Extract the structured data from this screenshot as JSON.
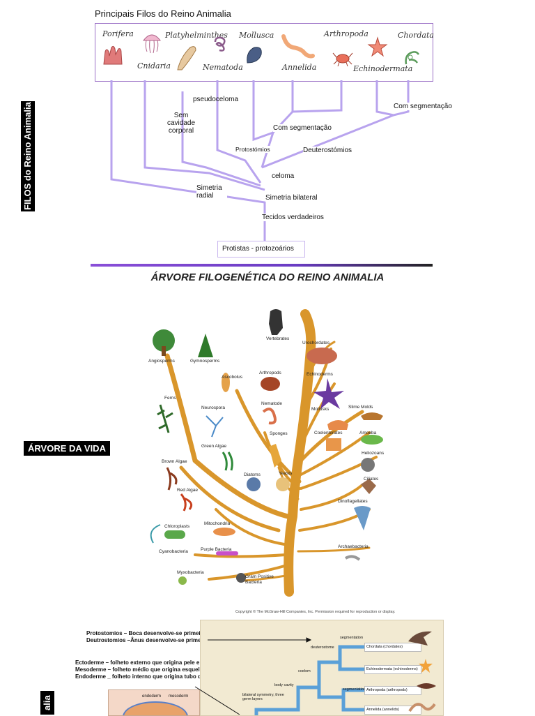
{
  "section1": {
    "title": "Principais Filos do Reino Animalia",
    "side_label": "FILOS do Reino Animalia",
    "phyla": [
      "Porifera",
      "Cnidaria",
      "Platyhelminthes",
      "Nematoda",
      "Mollusca",
      "Annelida",
      "Arthropoda",
      "Echinodermata",
      "Chordata"
    ],
    "nodes": {
      "pseudoceloma": "pseudoceloma",
      "sem_cavidade": "Sem cavidade corporal",
      "com_segmentacao_1": "Com segmentação",
      "com_segmentacao_2": "Com segmentação",
      "protostomios": "Protostómios",
      "deuterostomios": "Deuterostómios",
      "celoma": "celoma",
      "simetria_radial": "Simetria radial",
      "simetria_bilateral": "Simetria bilateral",
      "tecidos": "Tecidos verdadeiros",
      "protistas": "Protistas - protozoários"
    },
    "colors": {
      "branch": "#b8a3ee",
      "border": "#9a6fc6"
    }
  },
  "heading": "ÁRVORE FILOGENÉTICA DO REINO ANIMALIA",
  "section2": {
    "side_label": "ÁRVORE DA VIDA",
    "labels": [
      "Vertebrates",
      "Urochordates",
      "Angiosperms",
      "Gymnosperms",
      "Ascobolus",
      "Arthropods",
      "Echinoderms",
      "Ferns",
      "Neurospora",
      "Nematode",
      "Mollusks",
      "Slime Molds",
      "Sponges",
      "Coelenterates",
      "Amoeba",
      "Green Algae",
      "Heliozoans",
      "Brown Algae",
      "Diatoms",
      "Yeasts",
      "Ciliates",
      "Red Algae",
      "Dinoflagellates",
      "Chloroplasts",
      "Mitochondria",
      "Cyanobacteria",
      "Purple Bacteria",
      "Archaebacteria",
      "Myxobacteria",
      "Gram Positive Bacteria"
    ],
    "colors": {
      "trunk": "#d9962b"
    }
  },
  "section3": {
    "copyright": "Copyright © The McGraw-Hill Companies, Inc. Permission required for reproduction or display.",
    "note1_line1": "Protostomios – Boca desenvolve-se primeiro",
    "note1_line2": "Deutrostomios –Ânus desenvolve-se primeiro",
    "note2_line1": "Ectoderme – folheto externo que origina pele e sist. Nervoso",
    "note2_line2": "Mesoderme – folheto médio que origina esqueleto e músculos",
    "note2_line3": "Endoderme _ folheto interno que origina tubo digestivo",
    "side_label": "alia",
    "embryo_labels": [
      "endoderm",
      "mesoderm"
    ],
    "clado_labels": [
      "segmentation",
      "deuterostome",
      "coelom",
      "body cavity",
      "bilateral symmetry, three germ layers",
      "segmentation"
    ],
    "taxa": [
      "Chordata (chordates)",
      "Echinodermata (echinoderms)",
      "Arthropoda (arthropods)",
      "Annelida (annelids)"
    ]
  }
}
